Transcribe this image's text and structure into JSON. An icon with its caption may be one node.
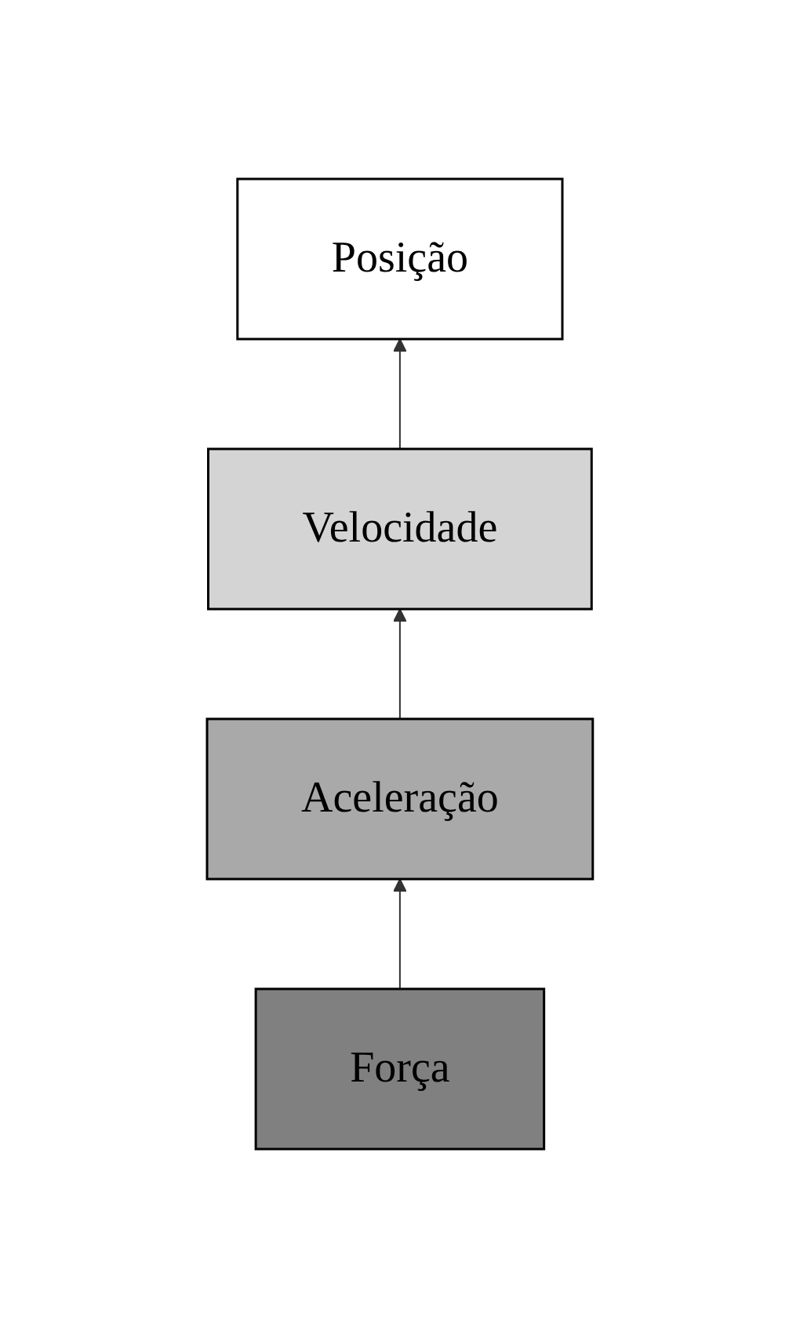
{
  "diagram": {
    "nodes": [
      {
        "text": [
          "Posição"
        ]
      },
      {
        "text": [
          "Velocidade"
        ]
      },
      {
        "text": [
          "Aceleração"
        ]
      },
      {
        "text": [
          "Força"
        ]
      }
    ],
    "edges": [
      {
        "from": 3,
        "to": 2,
        "arrow": "to"
      },
      {
        "from": 2,
        "to": 1,
        "arrow": "to"
      },
      {
        "from": 1,
        "to": 0,
        "arrow": "to"
      }
    ]
  }
}
